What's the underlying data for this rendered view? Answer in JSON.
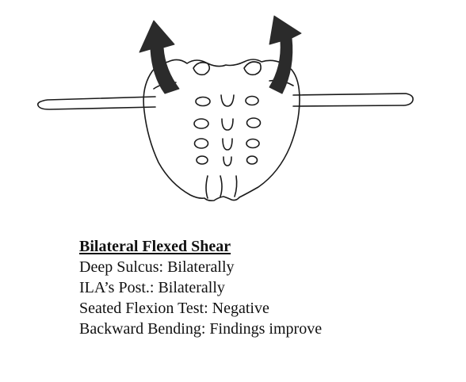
{
  "diagram": {
    "title": "Bilateral Flexed Shear",
    "arrow_icon": "curved-arrow-icon",
    "arrow_color": "#2b2b2b",
    "ink_color": "#1a1a1a"
  },
  "findings": [
    {
      "text": "Deep Sulcus:  Bilaterally"
    },
    {
      "text": "ILA’s Post.:  Bilaterally"
    },
    {
      "text": "Seated Flexion Test:  Negative"
    },
    {
      "text": "Backward Bending:  Findings improve"
    }
  ]
}
